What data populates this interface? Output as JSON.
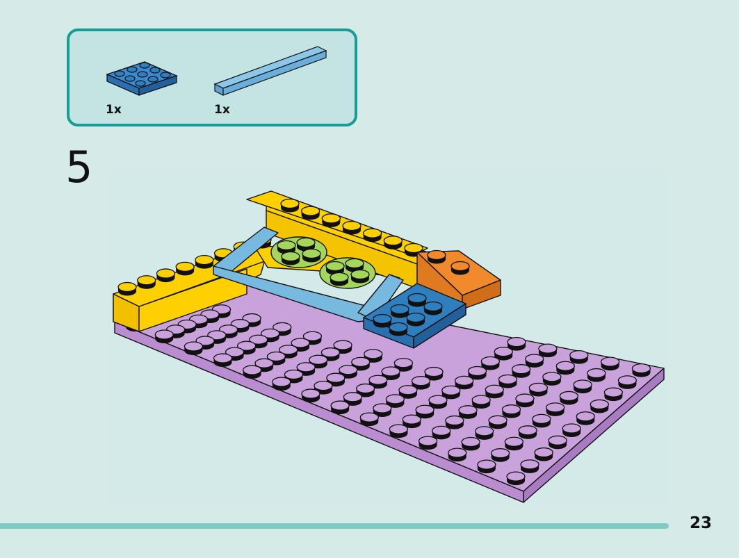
{
  "parts_box": {
    "items": [
      {
        "icon": "blue-2x3-plate-icon",
        "quantity": "1x",
        "color": "#2f7fbf"
      },
      {
        "icon": "light-blue-1x6-tile-icon",
        "quantity": "1x",
        "color": "#6aafd9"
      }
    ]
  },
  "step": {
    "number": "5"
  },
  "model": {
    "description_icon": "lego-build-model-illustration",
    "colors": {
      "baseplate": "#c9a2dc",
      "yellow": "#ffd000",
      "orange": "#f08a2c",
      "green": "#a3d65a",
      "light_blue": "#78b9df",
      "blue": "#2f7fbf"
    }
  },
  "page": {
    "number": "23"
  }
}
